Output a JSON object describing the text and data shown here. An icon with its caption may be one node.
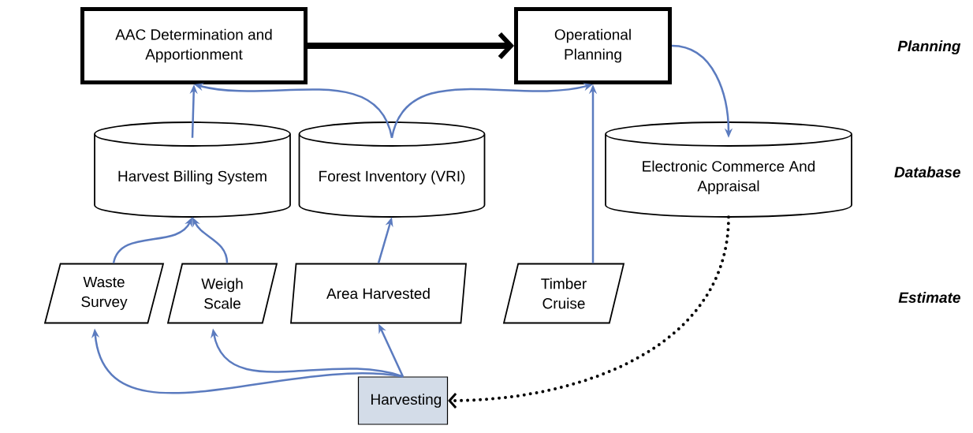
{
  "diagram": {
    "nodes": [
      {
        "text": [
          "AAC Determination and Apportionment"
        ]
      },
      {
        "text": [
          "Operational Planning"
        ]
      },
      {
        "text": [
          "Harvest Billing System"
        ]
      },
      {
        "text": [
          "Forest Inventory (VRI)"
        ]
      },
      {
        "text": [
          "Electronic Commerce And Appraisal"
        ]
      },
      {
        "text": [
          "Waste Survey"
        ]
      },
      {
        "text": [
          "Weigh Scale"
        ]
      },
      {
        "text": [
          "Area Harvested"
        ]
      },
      {
        "text": [
          "Timber Cruise"
        ]
      },
      {
        "text": [
          "Harvesting"
        ]
      }
    ],
    "edges": [
      {
        "from": 0,
        "to": 1,
        "arrow": "to",
        "style": "thick",
        "color": "#000000"
      },
      {
        "from": 2,
        "to": 0,
        "arrow": "to"
      },
      {
        "from": 3,
        "to": 0,
        "arrow": "to"
      },
      {
        "from": 3,
        "to": 1,
        "arrow": "to"
      },
      {
        "from": 1,
        "to": 4,
        "arrow": "to"
      },
      {
        "from": 5,
        "to": 2,
        "arrow": "to"
      },
      {
        "from": 6,
        "to": 2,
        "arrow": "to"
      },
      {
        "from": 7,
        "to": 3,
        "arrow": "to"
      },
      {
        "from": 8,
        "to": 1,
        "arrow": "to"
      },
      {
        "from": 9,
        "to": 5,
        "arrow": "to"
      },
      {
        "from": 9,
        "to": 6,
        "arrow": "to"
      },
      {
        "from": 9,
        "to": 7,
        "arrow": "to"
      },
      {
        "from": 4,
        "to": 9,
        "arrow": "to",
        "style": "dashed",
        "color": "#000000"
      }
    ],
    "labels": [
      "Planning",
      "Database",
      "Estimate"
    ]
  }
}
